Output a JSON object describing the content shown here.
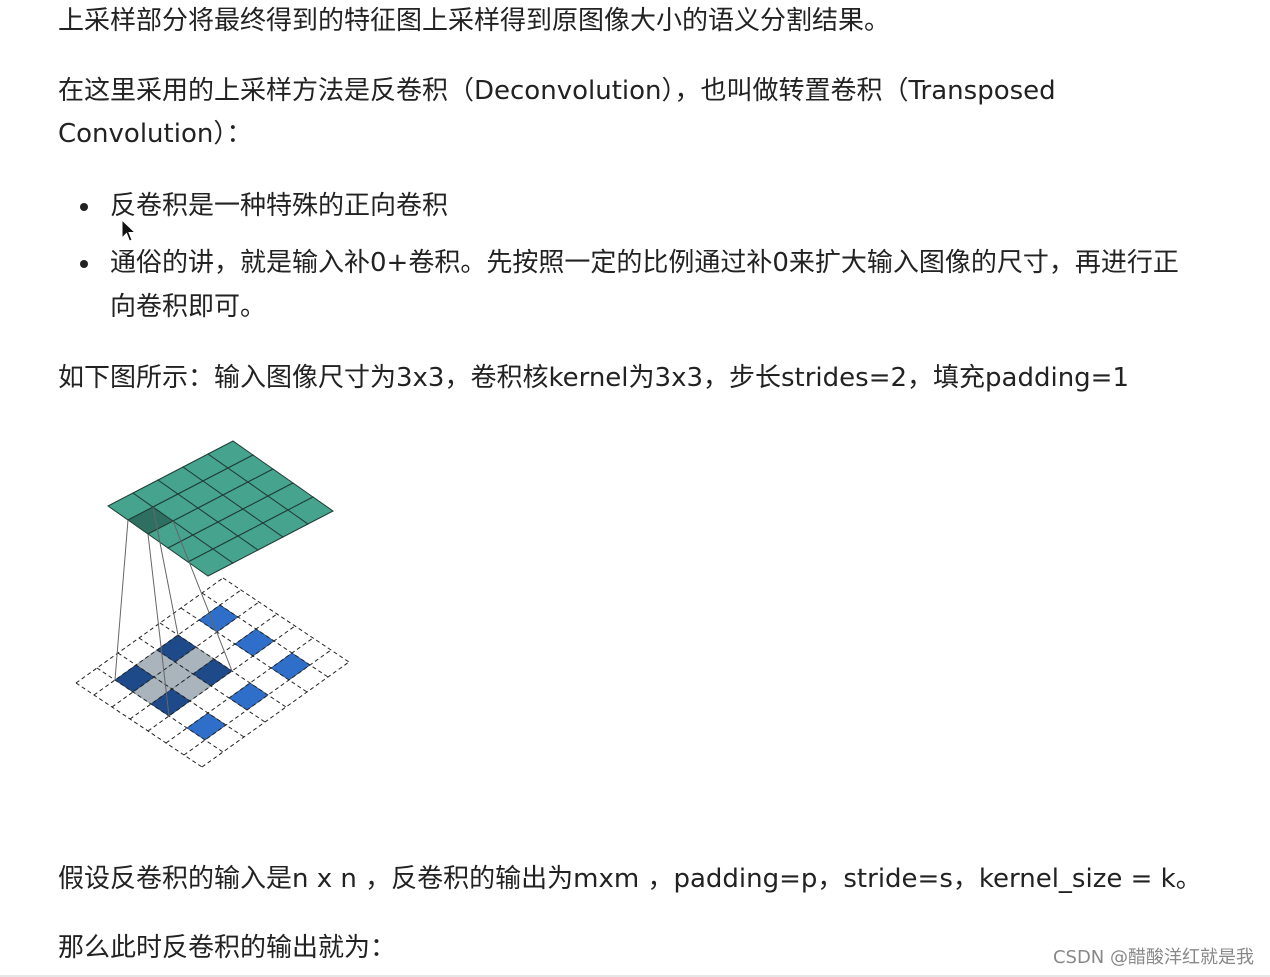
{
  "paragraphs": {
    "p1": "上采样部分将最终得到的特征图上采样得到原图像大小的语义分割结果。",
    "p2_line1": "在这里采用的上采样方法是反卷积（Deconvolution），也叫做转置卷积（Transposed",
    "p2_line2": "Convolution）："
  },
  "bullets": [
    {
      "lines": [
        "反卷积是一种特殊的正向卷积"
      ]
    },
    {
      "lines": [
        "通俗的讲，就是输入补0+卷积。先按照一定的比例通过补0来扩大输入图像的尺寸，再进行正",
        "向卷积即可。"
      ]
    }
  ],
  "caption": "如下图所示：输入图像尺寸为3x3，卷积核kernel为3x3，步长strides=2，填充padding=1",
  "formula_intro": "假设反卷积的输入是n x n ，反卷积的输出为mxm ，padding=p，stride=s，kernel_size = k。",
  "output_intro": "那么此时反卷积的输出就为：",
  "watermark": "CSDN @醋酸洋红就是我",
  "figure": {
    "output_grid_cells": 5,
    "input_grid_cells": 7,
    "colors": {
      "teal": "#46a38e",
      "teal_dark": "#2f6f61",
      "blue": "#2f6fc9",
      "blue_dark": "#1e4a8a",
      "gray": "#a9b4bd",
      "grid_line": "#222222"
    }
  }
}
